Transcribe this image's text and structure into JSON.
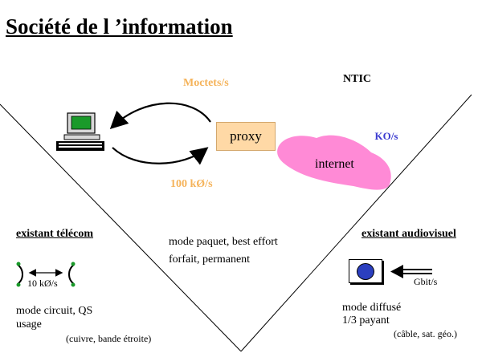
{
  "title": "Société de l ’information",
  "labels": {
    "top_speed": "Moctets/s",
    "ntic": "NTIC",
    "proxy": "proxy",
    "ko": "KO/s",
    "internet": "internet",
    "speed_100": "100 kØ/s",
    "existant_telecom": "existant télécom",
    "existant_audiovisuel": "existant audiovisuel",
    "mode_paquet": "mode paquet, best effort",
    "forfait": "forfait, permanent",
    "speed_10": "10 kØ/s",
    "gbit": "Gbit/s",
    "mode_circuit": "mode circuit, QS",
    "usage": "usage",
    "cuivre": "(cuivre, bande étroite)",
    "mode_diffuse": "mode diffusé",
    "payant": "1/3 payant",
    "cable": "(câble, sat. géo.)"
  },
  "colors": {
    "accent_orange": "#f5b35a",
    "link_blue": "#3b3bd0",
    "cloud_pink": "#ff8ad6",
    "proxy_fill": "#ffd9a6",
    "tv_dot": "#2b3fbf",
    "screen_green": "#1a9a2a"
  },
  "icons": [
    "computer-icon",
    "tv-icon",
    "curved-arrow-icon",
    "double-arrow-icon",
    "bold-arrow-icon",
    "cloud-shape"
  ]
}
